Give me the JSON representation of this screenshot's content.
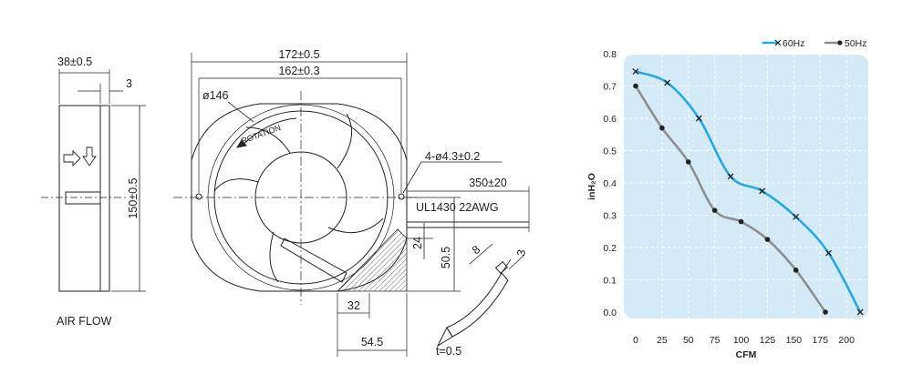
{
  "drawing": {
    "side_view": {
      "depth": "38±0.5",
      "rim": "3",
      "height": "150±0.5",
      "airflow": "AIR FLOW"
    },
    "front_view": {
      "overall_width": "172±0.5",
      "hole_spacing": "162±0.3",
      "diameter": "ø146",
      "rotation": "ROTATION",
      "mounting_holes": "4-ø4.3±0.2",
      "cable_length": "350±20",
      "cable_type": "UL1430 22AWG",
      "dim_24": "24",
      "dim_50_5": "50.5",
      "dim_32": "32",
      "dim_54_5": "54.5"
    },
    "detail": {
      "dim_8": "8",
      "dim_3": "3",
      "thickness": "t=0.5"
    }
  },
  "chart_data": {
    "type": "line",
    "xlabel": "CFM",
    "ylabel": "inH₂O",
    "xlim": [
      0,
      215
    ],
    "ylim": [
      0,
      0.8
    ],
    "x_ticks": [
      "0",
      "25",
      "50",
      "75",
      "100",
      "125",
      "150",
      "175",
      "200"
    ],
    "y_ticks": [
      "0.0",
      "0.1",
      "0.2",
      "0.3",
      "0.4",
      "0.5",
      "0.6",
      "0.7",
      "0.8"
    ],
    "grid": true,
    "legend_position": "top-right",
    "series": [
      {
        "name": "60Hz",
        "color": "#29a8e0",
        "marker": "x",
        "points": [
          [
            0,
            0.745
          ],
          [
            30,
            0.71
          ],
          [
            60,
            0.6
          ],
          [
            90,
            0.42
          ],
          [
            120,
            0.375
          ],
          [
            152,
            0.295
          ],
          [
            183,
            0.183
          ],
          [
            213,
            0.0
          ]
        ]
      },
      {
        "name": "50Hz",
        "color": "#8e8e8e",
        "marker": "dot",
        "points": [
          [
            0,
            0.7
          ],
          [
            25,
            0.57
          ],
          [
            50,
            0.465
          ],
          [
            75,
            0.315
          ],
          [
            100,
            0.28
          ],
          [
            125,
            0.225
          ],
          [
            152,
            0.13
          ],
          [
            180,
            0.0
          ]
        ]
      }
    ],
    "colors": {
      "plot_bg": "#d4ebf7",
      "grid": "#ffffff"
    }
  }
}
